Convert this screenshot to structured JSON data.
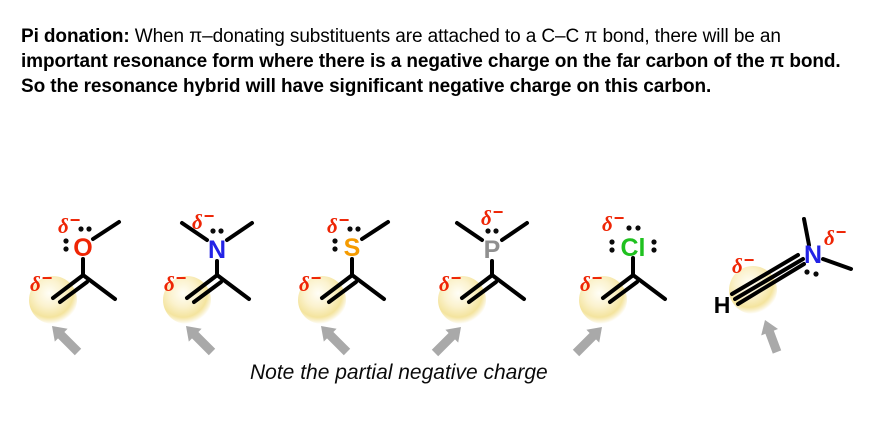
{
  "header": {
    "intro_bold": "Pi donation:",
    "body_regular": "When π–donating substituents are attached to a C–C π bond, there will be an",
    "body_bold": "important resonance form where there is a negative charge on the far carbon of the π bond. So the resonance hybrid will have significant negative charge on this carbon."
  },
  "labels": {
    "delta": "δ",
    "minus": "−"
  },
  "caption": "Note the partial negative charge",
  "molecules": [
    {
      "atom": "O",
      "atom_color": "#ee2505"
    },
    {
      "atom": "N",
      "atom_color": "#2323e6"
    },
    {
      "atom": "S",
      "atom_color": "#f59b00"
    },
    {
      "atom": "P",
      "atom_color": "#8f8f8f"
    },
    {
      "atom": "Cl",
      "atom_color": "#1fc11f"
    },
    {
      "atom": "N",
      "atom_color": "#2323e6",
      "h_label": "H"
    }
  ],
  "colors": {
    "bond": "#000000",
    "delta_red": "#ee2505",
    "arrow_gray": "#a9a9a9",
    "highlight_center": "#fffef6",
    "highlight_edge": "#f2df92"
  }
}
